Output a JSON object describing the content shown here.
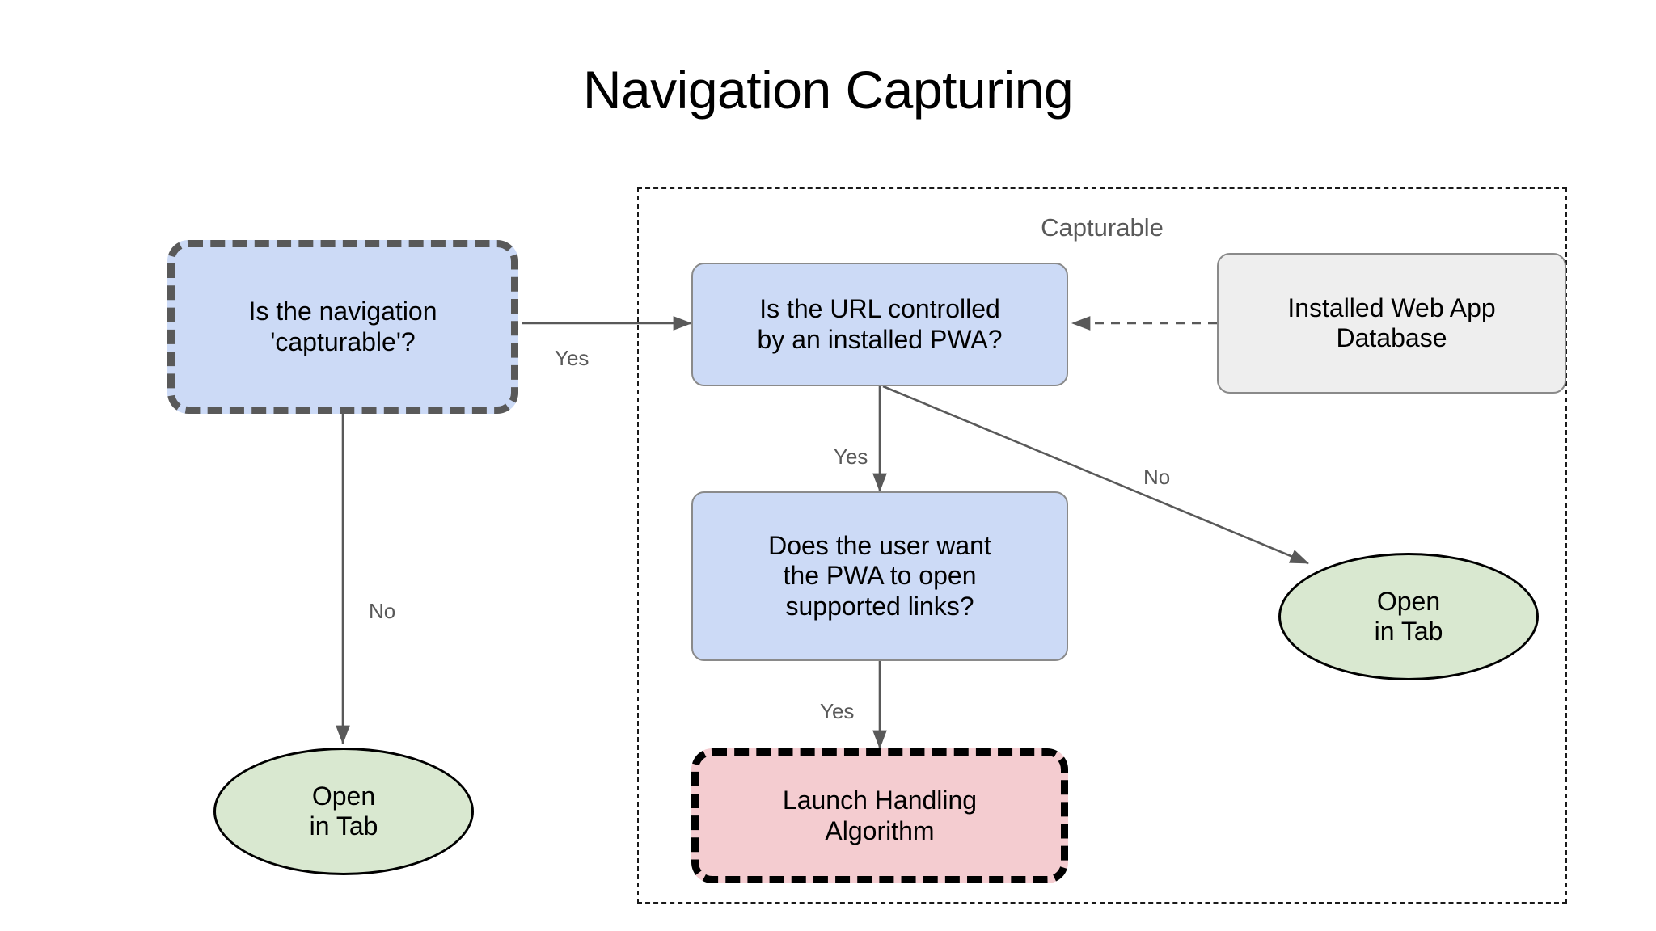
{
  "page": {
    "title": "Navigation Capturing",
    "background": "#ffffff"
  },
  "colors": {
    "decision_fill": "#ccdaf6",
    "decision_stroke": "#8a8a8a",
    "entry_stroke": "#595959",
    "datastore_fill": "#eeeeee",
    "terminal_fill": "#d9e8d0",
    "terminal_stroke": "#000000",
    "algorithm_fill": "#f4ccd0",
    "algorithm_stroke": "#000000",
    "group_stroke": "#1a1a1a",
    "label_color": "#595959",
    "edge_color": "#595959"
  },
  "group": {
    "label": "Capturable"
  },
  "nodes": {
    "capturable_question": {
      "label": "Is the navigation\n'capturable'?",
      "line1": "Is the navigation",
      "line2": "'capturable'?",
      "shape": "rounded-rect-dashed",
      "fill": "#ccdaf6"
    },
    "url_question": {
      "line1": "Is the URL controlled",
      "line2": "by an installed PWA?",
      "shape": "rounded-rect",
      "fill": "#ccdaf6"
    },
    "database": {
      "line1": "Installed Web App",
      "line2": "Database",
      "shape": "rounded-rect",
      "fill": "#eeeeee"
    },
    "user_preference_question": {
      "line1": "Does the user want",
      "line2": "the PWA to open",
      "line3": "supported links?",
      "shape": "rounded-rect",
      "fill": "#ccdaf6"
    },
    "launch_handling": {
      "line1": "Launch Handling",
      "line2": "Algorithm",
      "shape": "rounded-rect-dashed",
      "fill": "#f4ccd0"
    },
    "open_in_tab_left": {
      "line1": "Open",
      "line2": "in Tab",
      "shape": "ellipse",
      "fill": "#d9e8d0"
    },
    "open_in_tab_right": {
      "line1": "Open",
      "line2": "in Tab",
      "shape": "ellipse",
      "fill": "#d9e8d0"
    }
  },
  "edges": {
    "capturable_yes": "Yes",
    "capturable_no": "No",
    "url_yes": "Yes",
    "url_no": "No",
    "user_yes": "Yes"
  },
  "chart_data": {
    "type": "diagram",
    "title": "Navigation Capturing",
    "diagram_kind": "flowchart",
    "nodes": [
      {
        "id": "capturable_question",
        "text": "Is the navigation 'capturable'?",
        "shape": "rounded-rect",
        "border": "thick-dashed",
        "fill": "#ccdaf6"
      },
      {
        "id": "url_question",
        "text": "Is the URL controlled by an installed PWA?",
        "shape": "rounded-rect",
        "border": "thin-solid",
        "fill": "#ccdaf6"
      },
      {
        "id": "database",
        "text": "Installed Web App Database",
        "shape": "rounded-rect",
        "border": "thin-solid",
        "fill": "#eeeeee"
      },
      {
        "id": "user_preference_question",
        "text": "Does the user want the PWA to open supported links?",
        "shape": "rounded-rect",
        "border": "thin-solid",
        "fill": "#ccdaf6"
      },
      {
        "id": "launch_handling",
        "text": "Launch Handling Algorithm",
        "shape": "rounded-rect",
        "border": "thick-dashed",
        "fill": "#f4ccd0"
      },
      {
        "id": "open_in_tab_left",
        "text": "Open in Tab",
        "shape": "ellipse",
        "border": "solid",
        "fill": "#d9e8d0"
      },
      {
        "id": "open_in_tab_right",
        "text": "Open in Tab",
        "shape": "ellipse",
        "border": "solid",
        "fill": "#d9e8d0"
      }
    ],
    "edges": [
      {
        "from": "capturable_question",
        "to": "url_question",
        "label": "Yes",
        "style": "solid-arrow"
      },
      {
        "from": "capturable_question",
        "to": "open_in_tab_left",
        "label": "No",
        "style": "solid-arrow"
      },
      {
        "from": "url_question",
        "to": "user_preference_question",
        "label": "Yes",
        "style": "solid-arrow"
      },
      {
        "from": "url_question",
        "to": "open_in_tab_right",
        "label": "No",
        "style": "solid-arrow"
      },
      {
        "from": "user_preference_question",
        "to": "launch_handling",
        "label": "Yes",
        "style": "solid-arrow"
      },
      {
        "from": "database",
        "to": "url_question",
        "label": "",
        "style": "dashed-arrow"
      }
    ],
    "groups": [
      {
        "label": "Capturable",
        "contains": [
          "url_question",
          "database",
          "user_preference_question",
          "launch_handling",
          "open_in_tab_right"
        ]
      }
    ]
  }
}
